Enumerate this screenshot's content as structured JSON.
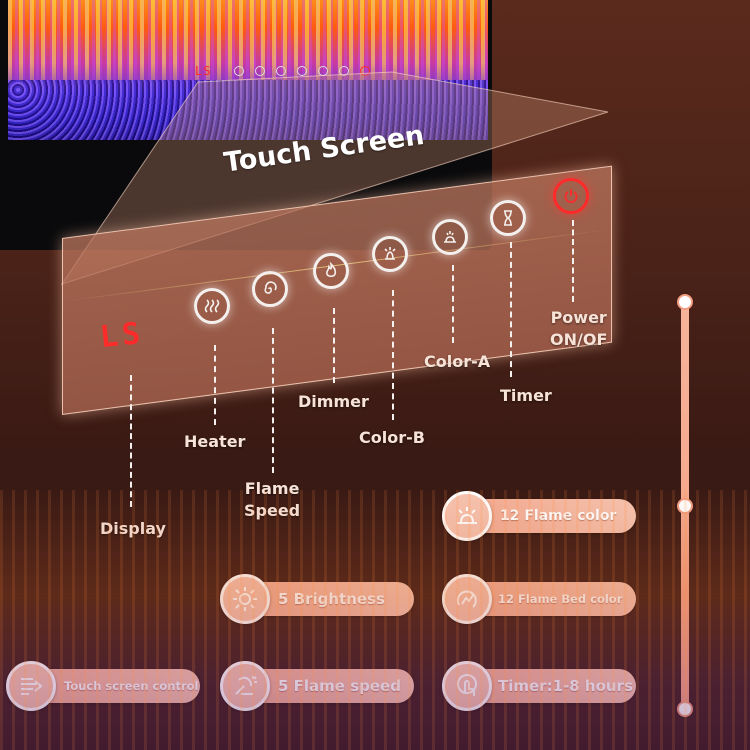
{
  "panel": {
    "title": "Touch Screen",
    "display_readout": "LS"
  },
  "callouts": {
    "display": "Display",
    "heater": "Heater",
    "flame_speed_line1": "Flame",
    "flame_speed_line2": "Speed",
    "dimmer": "Dimmer",
    "color_b": "Color-B",
    "color_a": "Color-A",
    "timer": "Timer",
    "power_line1": "Power",
    "power_line2": "ON/OF"
  },
  "features": {
    "flame_color": "12 Flame color",
    "brightness": "5 Brightness",
    "flame_bed_color": "12 Flame Bed color",
    "touch_control": "Touch screen control",
    "flame_speed": "5 Flame speed",
    "timer": "Timer:1-8 hours"
  },
  "icons": {
    "heater": "heat-waves-icon",
    "flame_speed": "swirl-icon",
    "dimmer": "flame-icon",
    "color_b": "bed-light-icon",
    "color_a": "flame-light-icon",
    "timer": "hourglass-icon",
    "power": "power-icon"
  },
  "colors": {
    "accent": "#f29e82",
    "display_red": "#ff2a2a",
    "label_text": "#f7e3d8"
  }
}
